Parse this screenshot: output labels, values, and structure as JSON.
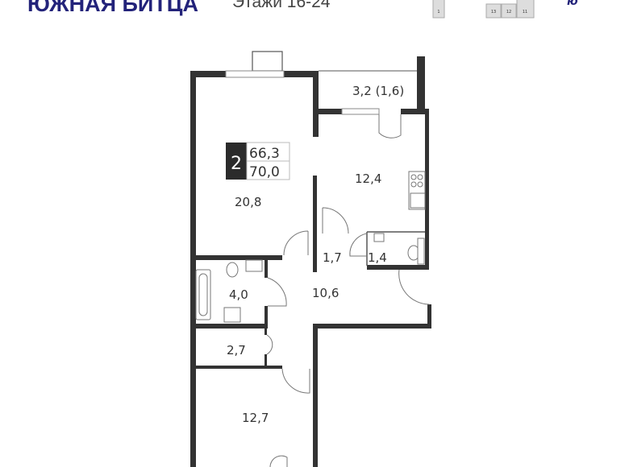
{
  "header": {
    "brand": "ЮЖНАЯ БИТЦА",
    "floors": "Этажи 16-24",
    "compass": "ю"
  },
  "building_sections": [
    "1",
    "13",
    "12",
    "11"
  ],
  "apartment": {
    "rooms_count": "2",
    "living_area": "66,3",
    "total_area": "70,0"
  },
  "rooms": {
    "living": "20,8",
    "balcony": "3,2 (1,6)",
    "kitchen": "12,4",
    "corridor": "1,7",
    "wc": "1,4",
    "hall": "10,6",
    "bathroom": "4,0",
    "storage": "2,7",
    "bedroom": "12,7"
  },
  "colors": {
    "wall": "#333333",
    "brand": "#23237a",
    "badge": "#2b2b2b"
  }
}
